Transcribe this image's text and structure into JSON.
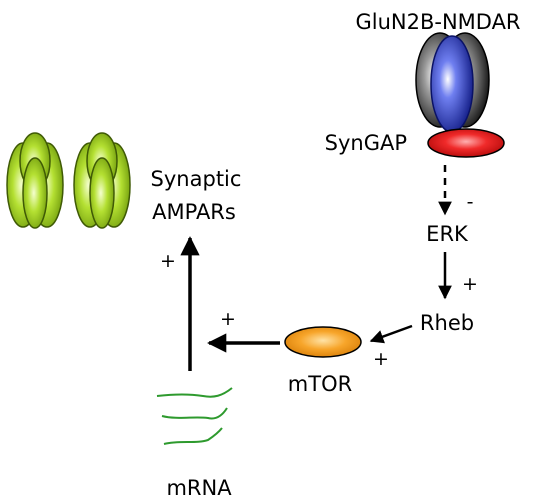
{
  "labels": {
    "receptor": "GluN2B-NMDAR",
    "syngap": "SynGAP",
    "erk": "ERK",
    "rheb": "Rheb",
    "mtor": "mTOR",
    "mrna": "mRNA",
    "synaptic_line1": "Synaptic",
    "synaptic_line2": "AMPARs"
  },
  "signs": {
    "syngap_to_erk": "-",
    "erk_to_rheb": "+",
    "rheb_to_mtor": "+",
    "mtor_to_mrna": "+",
    "mrna_to_ampars": "+"
  },
  "colors": {
    "receptor_outer": "#111111",
    "receptor_inner": "#1d2fa3",
    "syngap": "#e8111a",
    "mtor": "#f59a1a",
    "ampar": "#9acd1e",
    "mrna": "#2e9a2e",
    "arrow": "#000000"
  }
}
